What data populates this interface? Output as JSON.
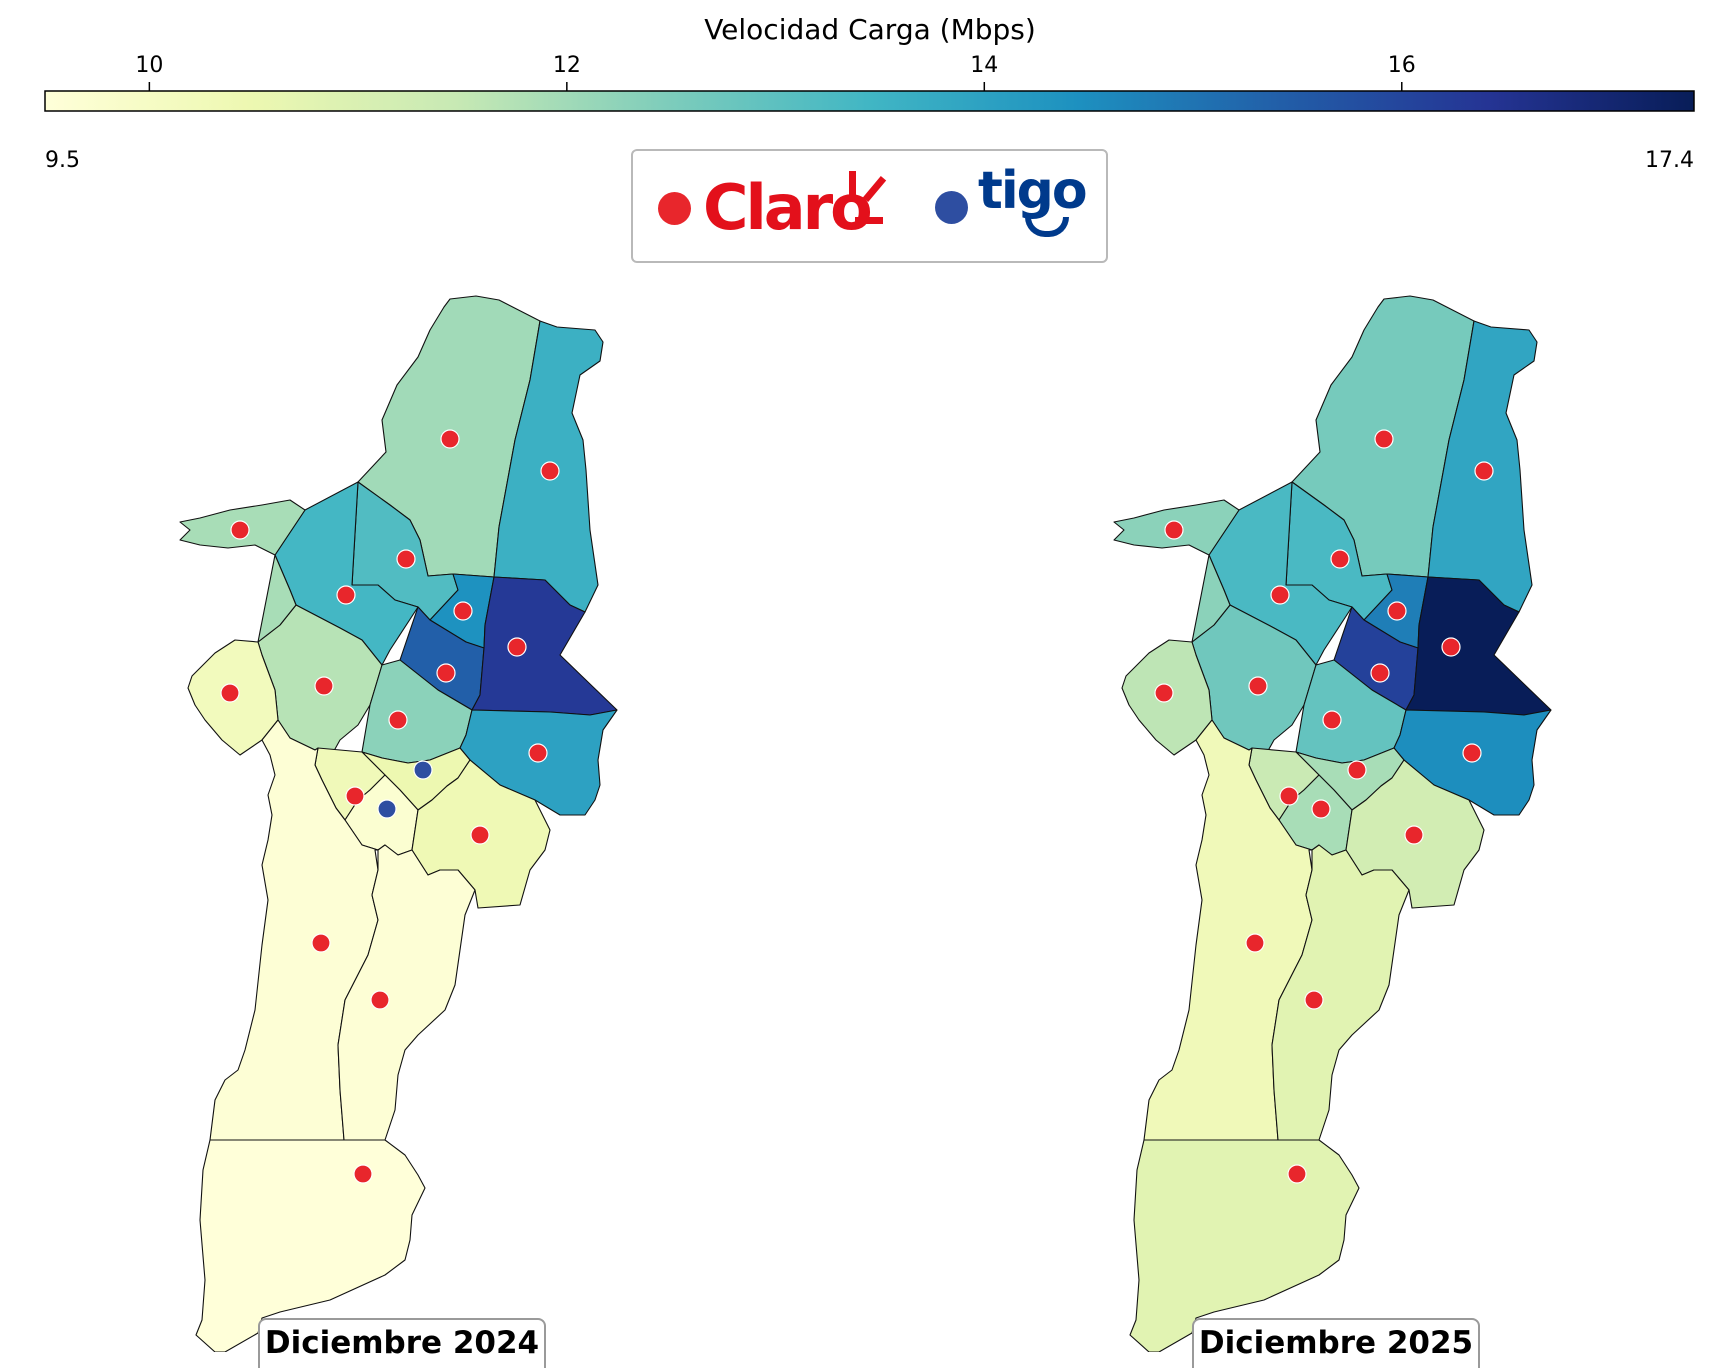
{
  "colorbar": {
    "title": "Velocidad Carga (Mbps)",
    "min": 9.5,
    "max": 17.4,
    "min_label": "9.5",
    "max_label": "17.4",
    "ticks": [
      10,
      12,
      14,
      16
    ],
    "tick_labels": [
      "10",
      "12",
      "14",
      "16"
    ],
    "colormap": [
      "#ffffd9",
      "#edf8b1",
      "#c7e9b4",
      "#7fcdbb",
      "#41b6c4",
      "#1d91c0",
      "#225ea8",
      "#253494",
      "#081d58"
    ]
  },
  "legend": {
    "claro": {
      "label": "Claro",
      "color": "#e8262c"
    },
    "tigo": {
      "label": "tigo",
      "color": "#2e4ea1"
    }
  },
  "maps": [
    {
      "title": "Diciembre 2024"
    },
    {
      "title": "Diciembre 2025"
    }
  ],
  "chart_data": {
    "type": "choropleth",
    "variable": "Velocidad Carga (Mbps)",
    "winner_colors": {
      "Claro": "#e8262c",
      "Tigo": "#2e4ea1"
    },
    "periods": [
      "Diciembre 2024",
      "Diciembre 2025"
    ],
    "regions": [
      {
        "id": "r01",
        "values": [
          12.0,
          12.6
        ],
        "winner": [
          "Claro",
          "Claro"
        ]
      },
      {
        "id": "r02",
        "values": [
          13.6,
          13.9
        ],
        "winner": [
          "Claro",
          "Claro"
        ]
      },
      {
        "id": "r03",
        "values": [
          13.2,
          13.3
        ],
        "winner": [
          "Claro",
          "Claro"
        ]
      },
      {
        "id": "r04",
        "values": [
          13.4,
          13.3
        ],
        "winner": [
          "Claro",
          "Claro"
        ]
      },
      {
        "id": "r05",
        "values": [
          14.4,
          14.8
        ],
        "winner": [
          "Claro",
          "Claro"
        ]
      },
      {
        "id": "r06",
        "values": [
          15.4,
          16.1
        ],
        "winner": [
          "Claro",
          "Claro"
        ]
      },
      {
        "id": "r07",
        "values": [
          16.3,
          17.4
        ],
        "winner": [
          "Claro",
          "Claro"
        ]
      },
      {
        "id": "r08",
        "values": [
          11.7,
          12.7
        ],
        "winner": [
          "Claro",
          "Claro"
        ]
      },
      {
        "id": "r09",
        "values": [
          12.3,
          12.9
        ],
        "winner": [
          "Claro",
          "Claro"
        ]
      },
      {
        "id": "r10",
        "values": [
          11.9,
          12.3
        ],
        "winner": [
          "Claro",
          "Claro"
        ]
      },
      {
        "id": "r11",
        "values": [
          10.2,
          11.6
        ],
        "winner": [
          "Claro",
          "Claro"
        ]
      },
      {
        "id": "r12",
        "values": [
          14.0,
          14.5
        ],
        "winner": [
          "Claro",
          "Claro"
        ]
      },
      {
        "id": "r13",
        "values": [
          10.5,
          11.9
        ],
        "winner": [
          "Tigo",
          "Claro"
        ]
      },
      {
        "id": "r14",
        "values": [
          10.3,
          11.4
        ],
        "winner": [
          "Claro",
          "Claro"
        ]
      },
      {
        "id": "r15",
        "values": [
          9.7,
          11.9
        ],
        "winner": [
          "Tigo",
          "Claro"
        ]
      },
      {
        "id": "r16",
        "values": [
          10.4,
          11.2
        ],
        "winner": [
          "Claro",
          "Claro"
        ]
      },
      {
        "id": "r17",
        "values": [
          9.6,
          10.3
        ],
        "winner": [
          "Claro",
          "Claro"
        ]
      },
      {
        "id": "r18",
        "values": [
          9.6,
          10.8
        ],
        "winner": [
          "Claro",
          "Claro"
        ]
      },
      {
        "id": "r19",
        "values": [
          9.5,
          10.8
        ],
        "winner": [
          "Claro",
          "Claro"
        ]
      }
    ]
  }
}
